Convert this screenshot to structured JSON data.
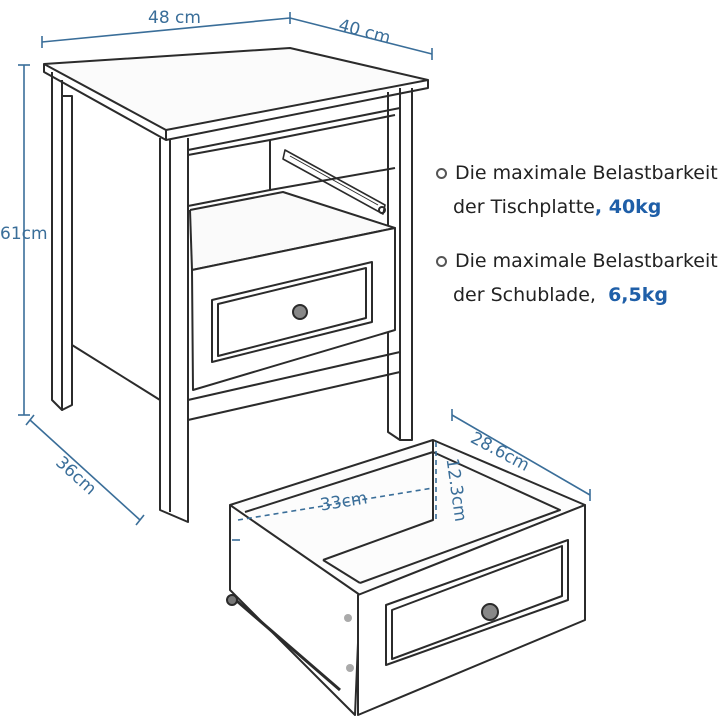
{
  "dimensions": {
    "table_width": "48 cm",
    "table_depth": "40 cm",
    "table_height": "61cm",
    "base_depth": "36cm",
    "drawer_inner_width": "33cm",
    "drawer_inner_depth": "28.6cm",
    "drawer_inner_height": "12.3cm"
  },
  "specs": [
    {
      "line1": "Die maximale Belastbarkeit",
      "line2": "der Tischplatte",
      "sep": ", ",
      "value": "40kg"
    },
    {
      "line1": "Die maximale Belastbarkeit",
      "line2": "der Schublade,",
      "sep": "  ",
      "value": "6,5kg"
    }
  ],
  "colors": {
    "dimension": "#3a6e99",
    "highlight": "#1f5fa8",
    "outline": "#2b2b2b"
  }
}
